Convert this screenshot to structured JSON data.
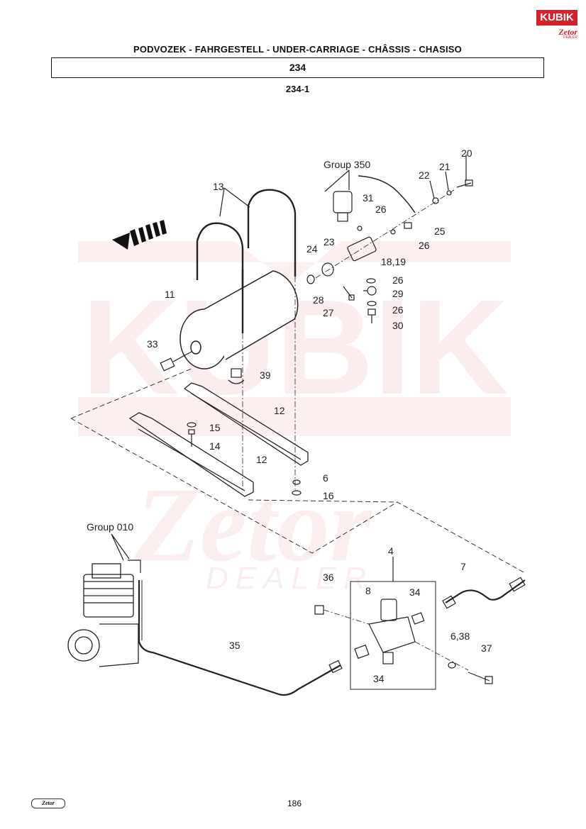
{
  "brand": {
    "logo_text": "KUBIK",
    "logo_sub": "Zetor",
    "logo_dealer": "DEALER",
    "watermark": "KUBIK",
    "watermark_sub": "Zetor",
    "watermark_dealer": "DEALER",
    "accent": "#d4222a"
  },
  "header": {
    "title": "PODVOZEK - FAHRGESTELL - UNDER-CARRIAGE - CHÂSSIS - CHASISO",
    "group": "234",
    "figure": "234-1"
  },
  "labels": {
    "group350": "Group 350",
    "group010": "Group 010",
    "p4": "4",
    "p6": "6",
    "p6_38": "6,38",
    "p7": "7",
    "p8": "8",
    "p11": "11",
    "p12a": "12",
    "p12b": "12",
    "p13": "13",
    "p14": "14",
    "p15": "15",
    "p16": "16",
    "p18_19": "18,19",
    "p20": "20",
    "p21": "21",
    "p22": "22",
    "p23": "23",
    "p24": "24",
    "p25": "25",
    "p26a": "26",
    "p26b": "26",
    "p26c": "26",
    "p26d": "26",
    "p27": "27",
    "p28": "28",
    "p29": "29",
    "p30": "30",
    "p31": "31",
    "p33": "33",
    "p34a": "34",
    "p34b": "34",
    "p35": "35",
    "p36": "36",
    "p37": "37",
    "p39": "39"
  },
  "footer": {
    "page_number": "186",
    "logo": "Zetor"
  }
}
